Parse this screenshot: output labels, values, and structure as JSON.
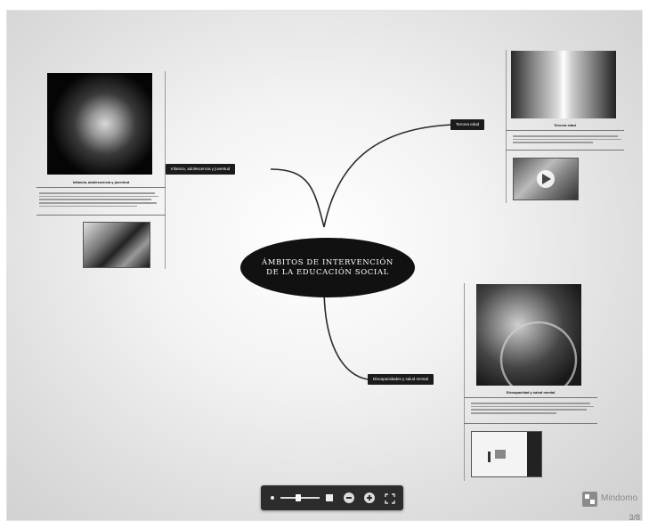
{
  "map": {
    "central_topic": "ÁMBITOS DE INTERVENCIÓN DE LA EDUCACIÓN SOCIAL",
    "branches": [
      {
        "label": "Infancia, adolescencia y juventud",
        "caption": "Infancia, adolescencia y juventud"
      },
      {
        "label": "Tercera edad",
        "caption": "Tercera edad"
      },
      {
        "label": "Discapacidades y salud mental",
        "caption": "Discapacidad y salud mental"
      }
    ]
  },
  "branding": {
    "name": "Mindomo"
  },
  "page_number": "3/8",
  "toolbar": {
    "zoom_level": 0.45,
    "icons": [
      "dot-icon",
      "zoom-slider",
      "square-icon",
      "zoom-out-icon",
      "zoom-in-icon",
      "fullscreen-icon"
    ]
  },
  "colors": {
    "node": "#111111",
    "line": "#2a2a2a",
    "toolbar": "#2c2c2c"
  }
}
